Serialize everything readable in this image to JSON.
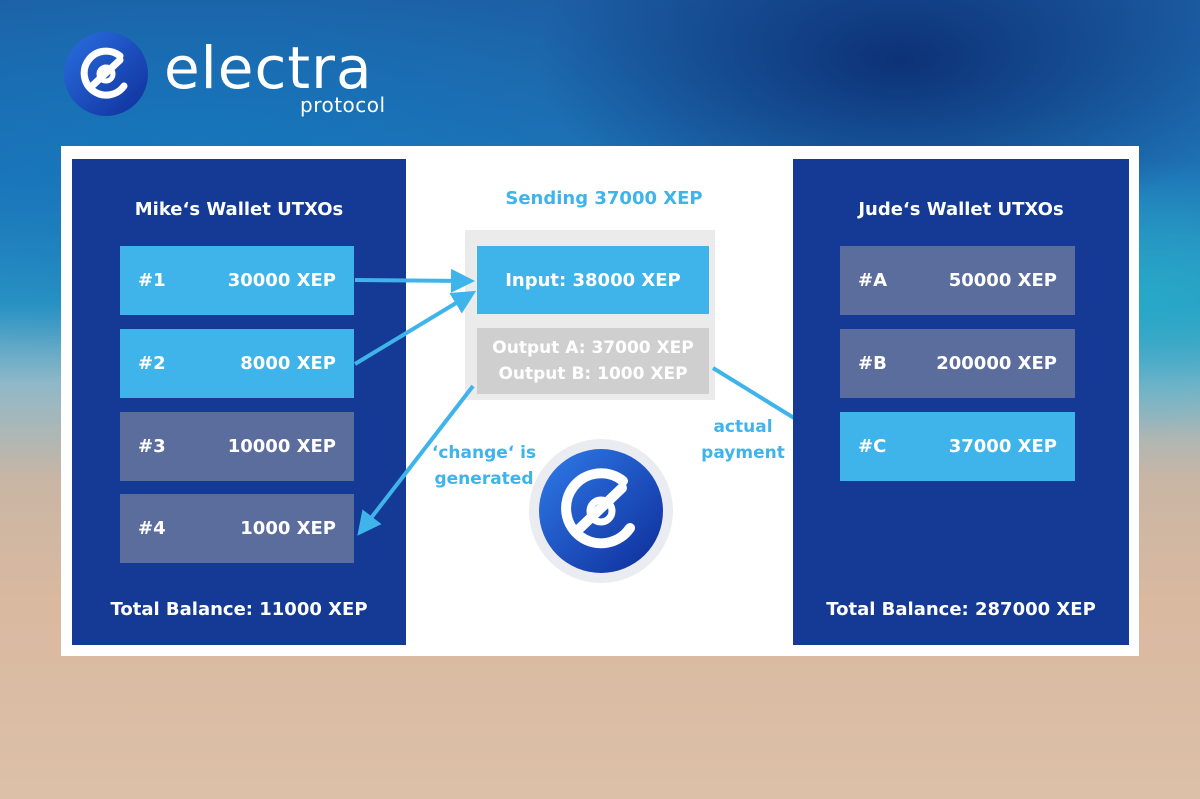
{
  "brand": {
    "name": "electra",
    "sub": "protocol",
    "colors": {
      "navy": "#143a95",
      "accent": "#3fb4ea",
      "inactive": "#5a6d9d",
      "output": "#cfcfcf"
    }
  },
  "left_wallet": {
    "title": "Mike‘s Wallet UTXOs",
    "items": [
      {
        "id": "#1",
        "amount": "30000 XEP",
        "state": "active"
      },
      {
        "id": "#2",
        "amount": "8000 XEP",
        "state": "active"
      },
      {
        "id": "#3",
        "amount": "10000 XEP",
        "state": "inactive"
      },
      {
        "id": "#4",
        "amount": "1000 XEP",
        "state": "inactive"
      }
    ],
    "total": "Total Balance: 11000 XEP"
  },
  "transaction": {
    "title": "Sending 37000 XEP",
    "input": "Input: 38000 XEP",
    "output_a": "Output A: 37000 XEP",
    "output_b": "Output B: 1000 XEP",
    "change_label_1": "‘change‘ is",
    "change_label_2": "generated",
    "payment_label_1": "actual",
    "payment_label_2": "payment"
  },
  "right_wallet": {
    "title": "Jude‘s Wallet UTXOs",
    "items": [
      {
        "id": "#A",
        "amount": "50000 XEP",
        "state": "inactive"
      },
      {
        "id": "#B",
        "amount": "200000 XEP",
        "state": "inactive"
      },
      {
        "id": "#C",
        "amount": "37000 XEP",
        "state": "active"
      }
    ],
    "total": "Total Balance: 287000 XEP"
  }
}
